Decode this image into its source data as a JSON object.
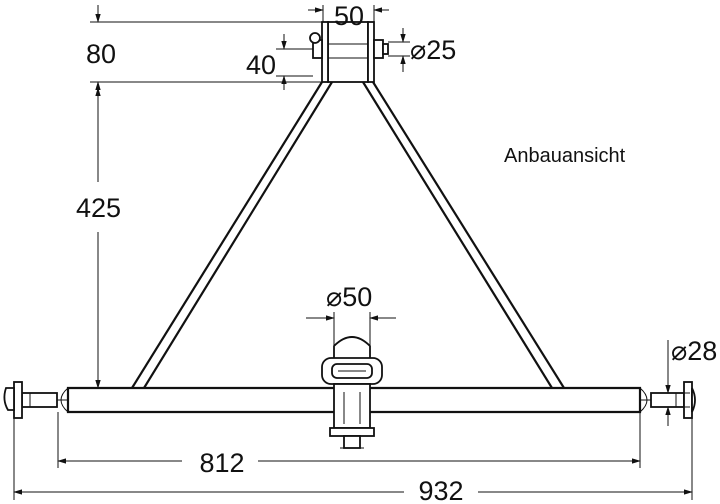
{
  "labels": {
    "view": "Anbauansicht"
  },
  "dimensions": {
    "top_pin_width": "50",
    "top_height": "80",
    "top_pin_offset": "40",
    "top_pin_diameter": "⌀25",
    "frame_height": "425",
    "hitch_diameter": "⌀50",
    "lower_pin_diameter": "⌀28",
    "inner_width": "812",
    "overall_width": "932"
  }
}
